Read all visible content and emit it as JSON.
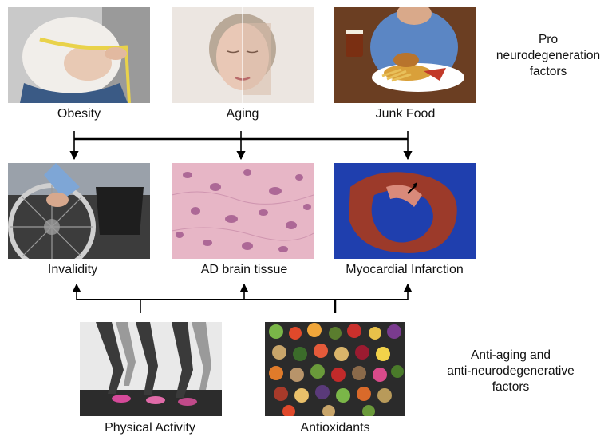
{
  "pro_factors": {
    "heading_line1": "Pro",
    "heading_line2": "neurodegeneration",
    "heading_line3": "factors",
    "items": [
      {
        "label": "Obesity"
      },
      {
        "label": "Aging"
      },
      {
        "label": "Junk Food"
      }
    ]
  },
  "outcomes": {
    "items": [
      {
        "label": "Invalidity"
      },
      {
        "label": "AD brain tissue"
      },
      {
        "label": "Myocardial Infarction"
      }
    ]
  },
  "anti_factors": {
    "heading_line1": "Anti-aging and",
    "heading_line2": "anti-neurodegenerative",
    "heading_line3": "factors",
    "items": [
      {
        "label": "Physical Activity"
      },
      {
        "label": "Antioxidants"
      }
    ]
  }
}
